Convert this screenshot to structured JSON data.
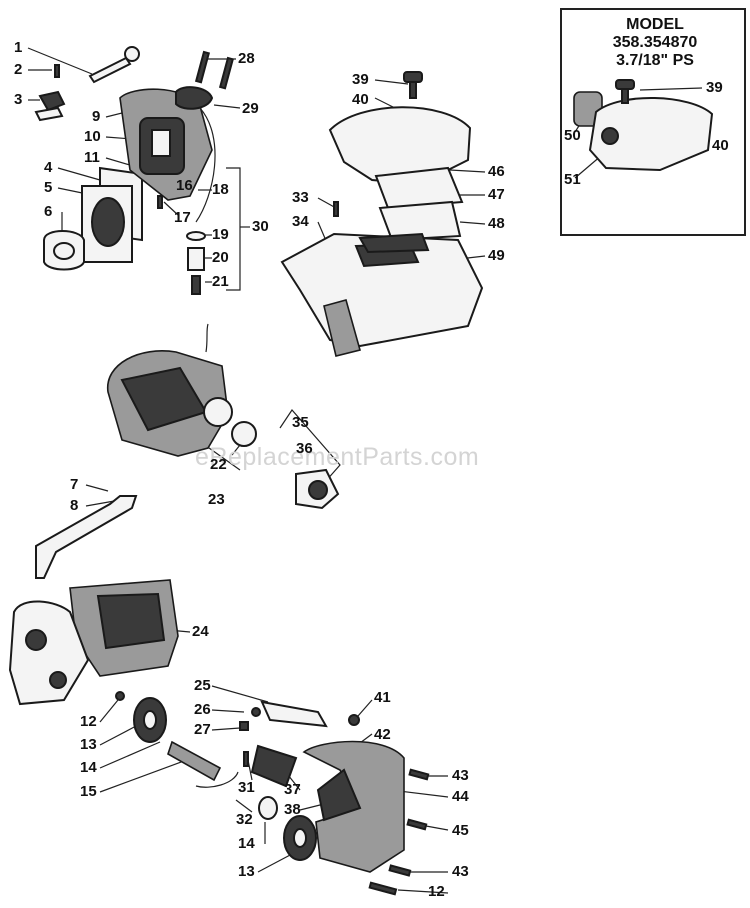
{
  "model_box": {
    "line1": "MODEL",
    "line2": "358.354870",
    "line3": "3.7/18\" PS"
  },
  "watermark": "eReplacementParts.com",
  "callouts": [
    "1",
    "2",
    "3",
    "4",
    "5",
    "6",
    "7",
    "8",
    "9",
    "10",
    "11",
    "12",
    "13",
    "14",
    "15",
    "16",
    "17",
    "18",
    "19",
    "20",
    "21",
    "22",
    "23",
    "24",
    "25",
    "26",
    "27",
    "28",
    "29",
    "30",
    "31",
    "32",
    "33",
    "34",
    "35",
    "36",
    "37",
    "38",
    "39",
    "40",
    "41",
    "42",
    "43",
    "44",
    "45",
    "46",
    "47",
    "48",
    "49",
    "50",
    "51",
    "12",
    "13",
    "14",
    "43",
    "39",
    "40"
  ]
}
